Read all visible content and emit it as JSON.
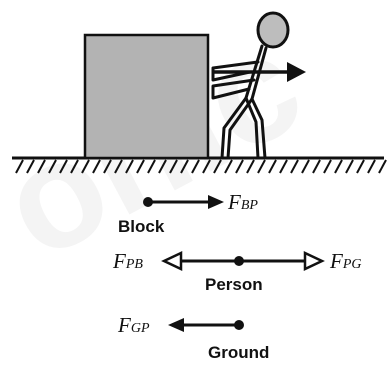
{
  "watermark": {
    "text": "onlc"
  },
  "labels": {
    "block": "Block",
    "person": "Person",
    "ground": "Ground"
  },
  "forces": {
    "f_bp": {
      "main": "F",
      "sub": "BP"
    },
    "f_pb": {
      "main": "F",
      "sub": "PB"
    },
    "f_pg": {
      "main": "F",
      "sub": "PG"
    },
    "f_gp": {
      "main": "F",
      "sub": "GP"
    }
  },
  "colors": {
    "block_fill": "#b3b3b3",
    "ink": "#111111",
    "head_fill": "#bdbdbd"
  }
}
